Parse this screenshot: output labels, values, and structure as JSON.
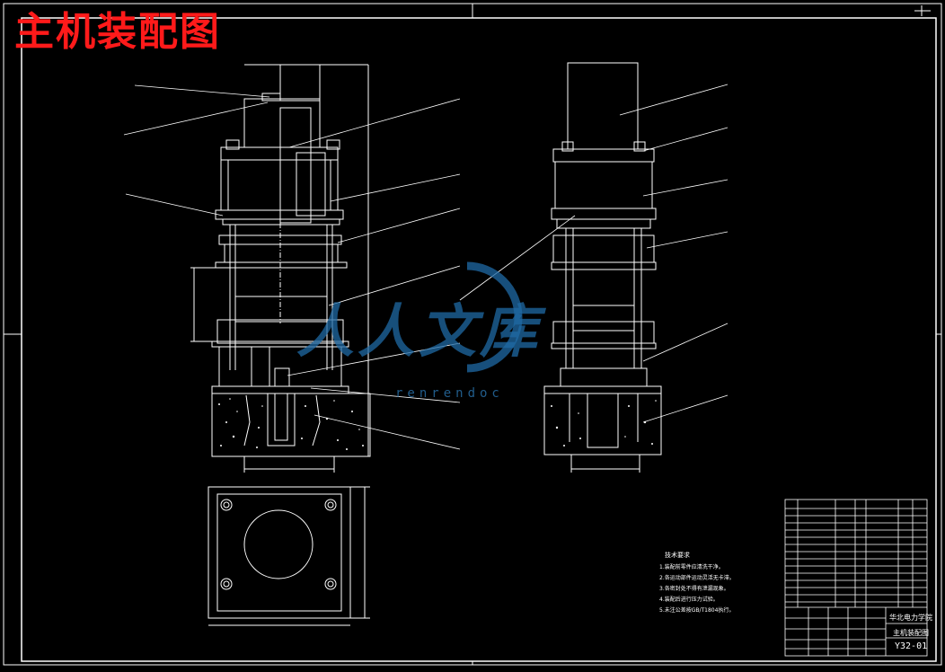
{
  "title": "主机装配图",
  "watermark": {
    "text": "人人文库",
    "url": "renrendoc"
  },
  "colors": {
    "background": "#000000",
    "lines": "#ffffff",
    "title": "#ff1a1a",
    "watermark": "#1f6aa5"
  },
  "technical_requirements": {
    "heading": "技术要求",
    "items": [
      "1.装配前零件应清洗干净。",
      "2.各运动部件运动灵活无卡滞。",
      "3.各密封处不得有泄漏现象。",
      "4.装配后进行压力试验。",
      "5.未注公差按GB/T1804执行。"
    ]
  },
  "title_block": {
    "school": "华北电力学院",
    "drawing_name": "主机装配图",
    "drawing_code": "Y32-01"
  }
}
